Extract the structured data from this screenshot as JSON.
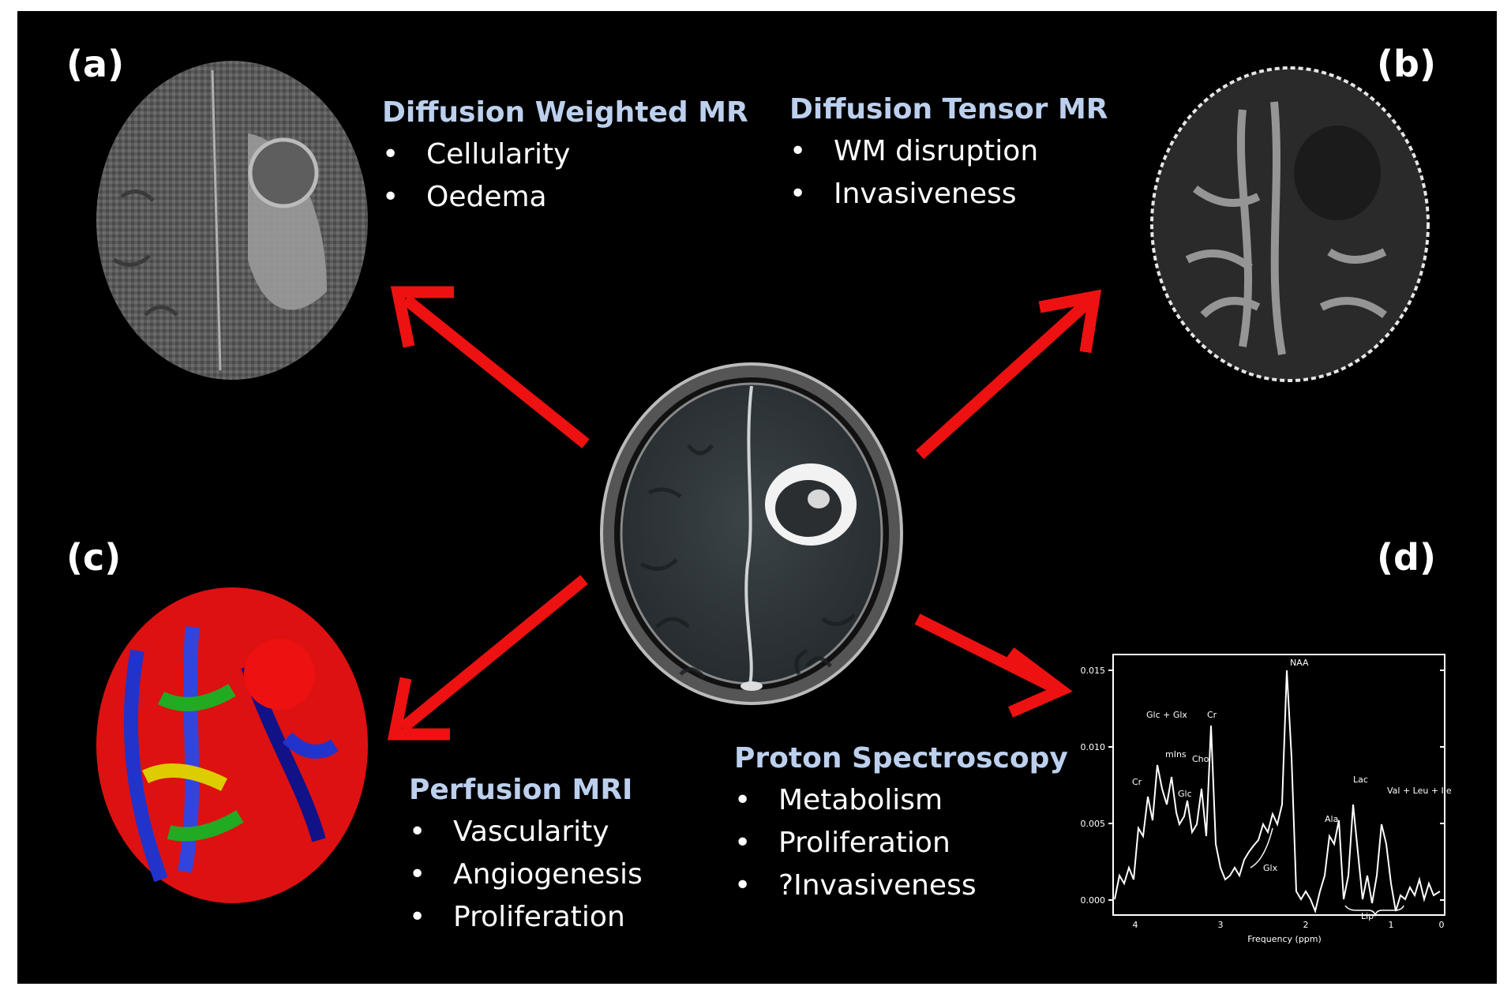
{
  "panel_labels": {
    "a": "(a)",
    "b": "(b)",
    "c": "(c)",
    "d": "(d)"
  },
  "dwi": {
    "title": "Diffusion Weighted MR",
    "items": [
      "Cellularity",
      "Oedema"
    ]
  },
  "dti": {
    "title": "Diffusion Tensor MR",
    "items": [
      "WM disruption",
      "Invasiveness"
    ]
  },
  "perfusion": {
    "title": "Perfusion MRI",
    "items": [
      "Vascularity",
      "Angiogenesis",
      "Proliferation"
    ]
  },
  "spectroscopy": {
    "title": "Proton Spectroscopy",
    "items": [
      "Metabolism",
      "Proliferation",
      "?Invasiveness"
    ]
  },
  "bullet": "•",
  "colors": {
    "arrow": "#ee1111",
    "heading": "#bcd0ee",
    "background": "#000000"
  },
  "spectrum": {
    "xlabel": "Frequency (ppm)",
    "x_ticks": [
      "4",
      "3",
      "2",
      "1",
      "0"
    ],
    "y_ticks": [
      "0.015",
      "0.010",
      "0.005",
      "0.000"
    ],
    "peaks": {
      "naa": "NAA",
      "glc_glx": "Glc + Glx",
      "mins": "mIns",
      "cho": "Cho",
      "cr_left": "Cr",
      "cr_right": "Cr",
      "glc": "Glc",
      "glx": "Glx",
      "lac": "Lac",
      "ala": "Ala",
      "val": "Val + Leu + Ile",
      "lip": "Lip"
    }
  }
}
